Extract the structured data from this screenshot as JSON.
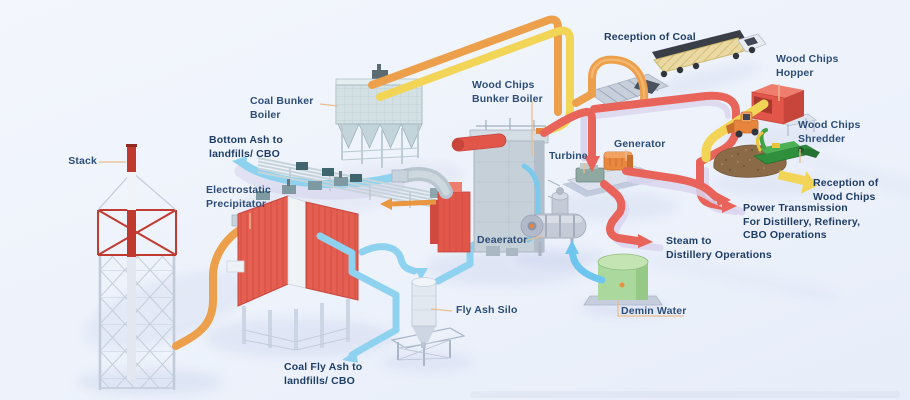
{
  "diagram": {
    "type": "isometric-process-flow-illustration",
    "labels": {
      "stack": "Stack",
      "coal_bunker_boiler": "Coal Bunker\nBoiler",
      "bottom_ash": "Bottom Ash to\nlandfills/ CBO",
      "electrostatic_precipitator": "Electrostatic\nPrecipitator",
      "fly_ash_silo": "Fly Ash Silo",
      "coal_fly_ash": "Coal Fly Ash to\nlandfills/ CBO",
      "wood_chips_bunker_boiler": "Wood Chips\nBunker Boiler",
      "turbine": "Turbine",
      "generator": "Generator",
      "deaerator": "Deaerator",
      "demin_water": "Demin Water",
      "reception_of_coal": "Reception of Coal",
      "wood_chips_hopper": "Wood Chips\nHopper",
      "wood_chips_shredder": "Wood Chips\nShredder",
      "reception_of_wood_chips": "Reception of\nWood Chips",
      "power_transmission": "Power Transmission\nFor Distillery, Refinery,\nCBO Operations",
      "steam_to_distillery": "Steam to\nDistillery Operations"
    },
    "colors": {
      "background": "#edf2fb",
      "steam_pipe_red": "#e8645a",
      "coal_pipe_orange": "#eda04b",
      "wood_pipe_yellow": "#f2d557",
      "ash_pipe_blue": "#8fd2f0",
      "pipe_shadow_lavender": "#d9d5ee",
      "equipment_red": "#e2564a",
      "equipment_gray": "#c6d0d9",
      "shredder_green": "#3fa045",
      "demin_tank_green": "#abd89c",
      "generator_orange": "#e8873e",
      "label_navy": "#2c4e78",
      "label_bold_navy": "#1f3e66",
      "leader_tan": "#e9be8d"
    }
  }
}
